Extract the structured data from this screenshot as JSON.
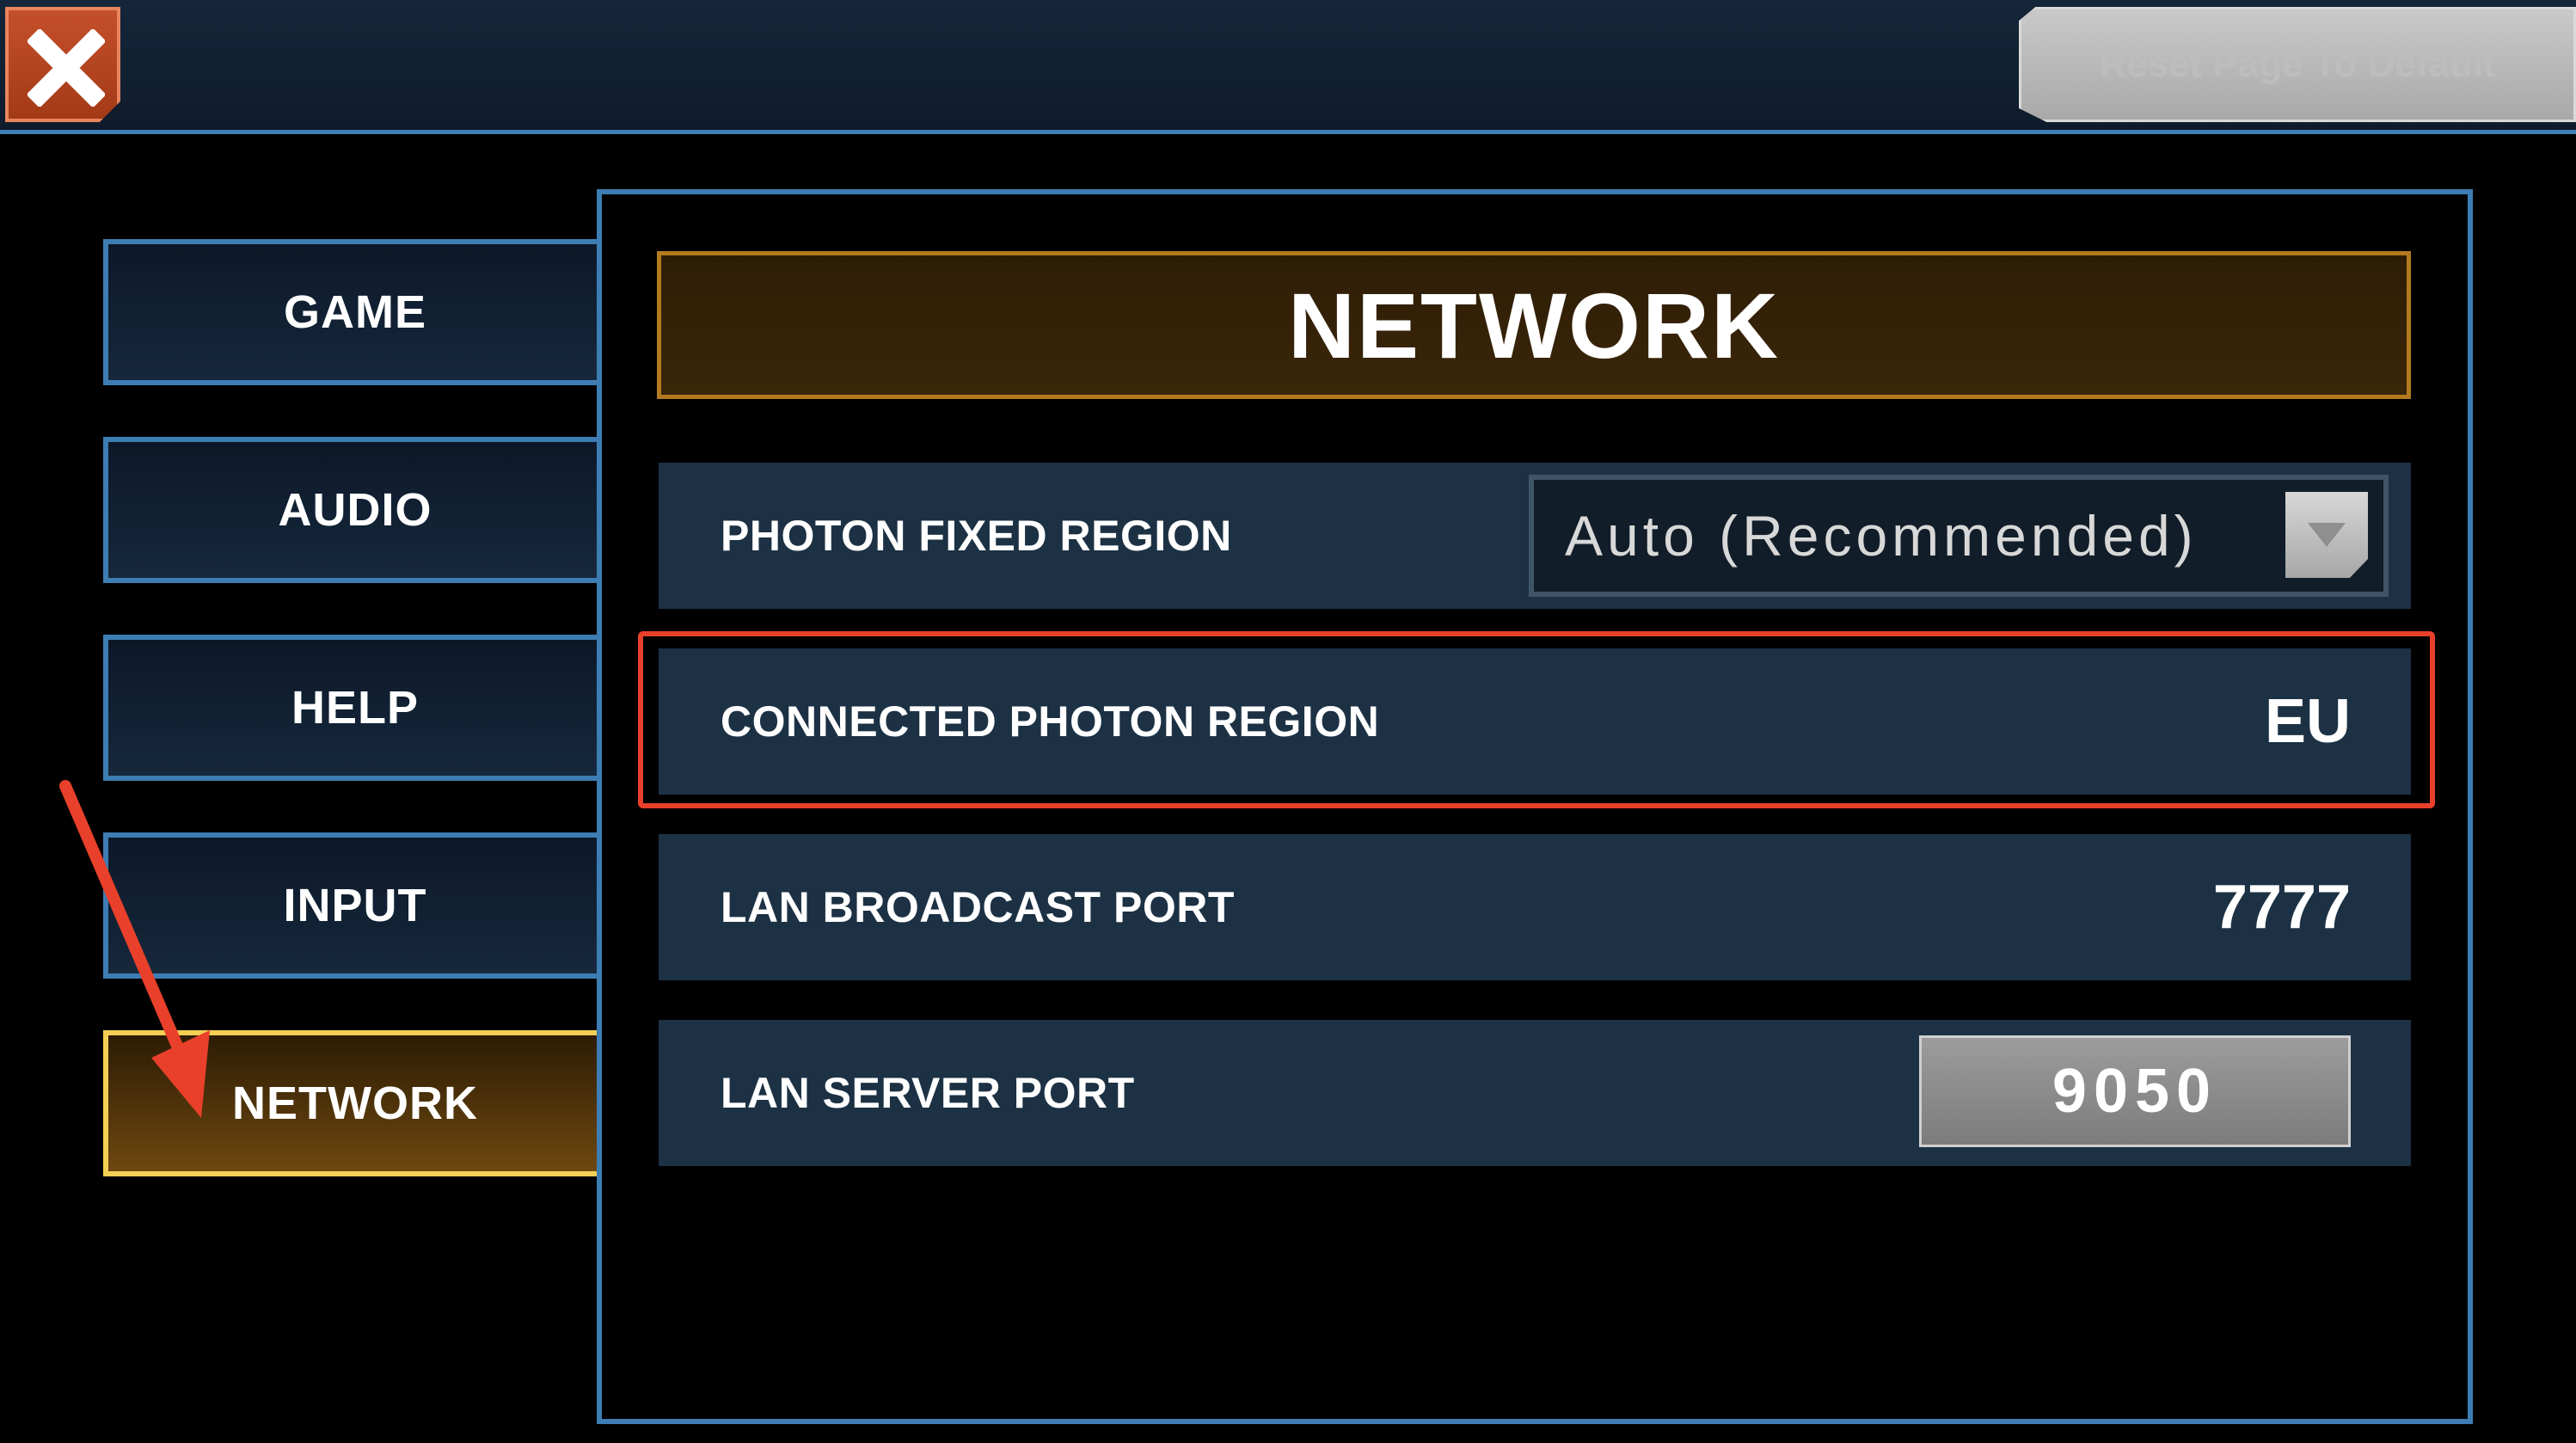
{
  "topbar": {
    "close_icon": "close-icon",
    "reset_label": "Reset Page To Default"
  },
  "sidebar": {
    "items": [
      {
        "label": "GAME"
      },
      {
        "label": "AUDIO"
      },
      {
        "label": "HELP"
      },
      {
        "label": "INPUT"
      },
      {
        "label": "NETWORK",
        "active": true
      }
    ]
  },
  "panel": {
    "title": "NETWORK",
    "rows": [
      {
        "label": "PHOTON FIXED REGION",
        "value": "Auto (Recommended)",
        "control": "dropdown"
      },
      {
        "label": "CONNECTED PHOTON REGION",
        "value": "EU",
        "control": "text"
      },
      {
        "label": "LAN BROADCAST PORT",
        "value": "7777",
        "control": "text"
      },
      {
        "label": "LAN SERVER PORT",
        "value": "9050",
        "control": "input"
      }
    ]
  },
  "colors": {
    "accent_blue": "#3d7db3",
    "active_gold": "#f3cf55",
    "title_orange": "#b37a1f",
    "highlight_red": "#e8402a",
    "row_bg": "#1c3144"
  }
}
